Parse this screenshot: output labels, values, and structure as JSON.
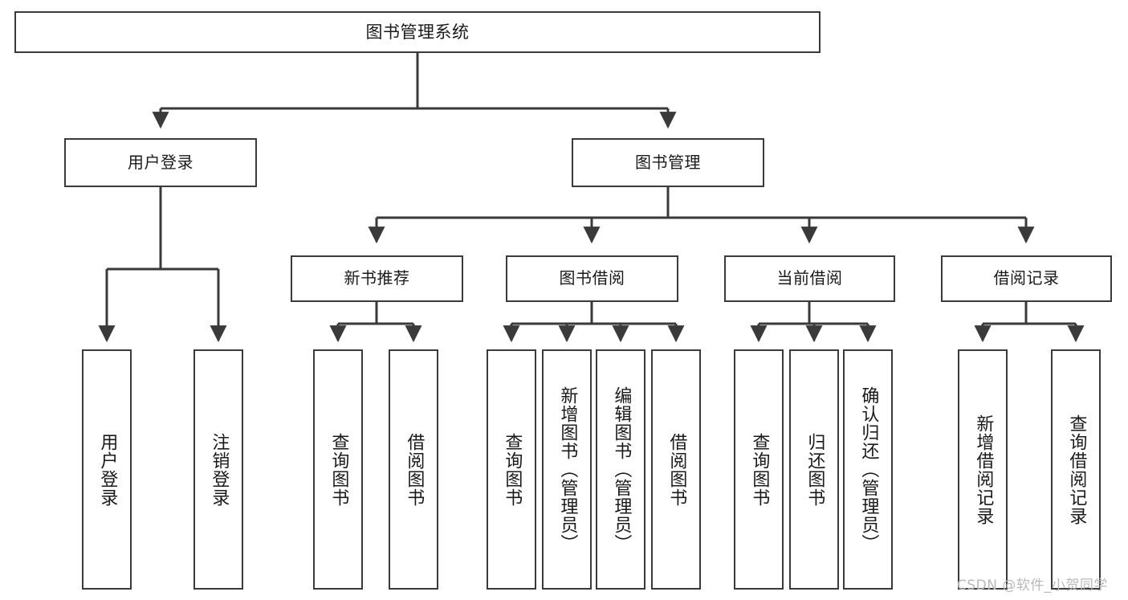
{
  "diagram": {
    "title": "图书管理系统",
    "type": "tree-hierarchy",
    "orientation": "top-down",
    "colors": {
      "box_border": "#3a3a3a",
      "box_fill": "#ffffff",
      "edge": "#3a3a3a",
      "text": "#1a1a1a",
      "watermark": "#b9b9b9",
      "background": "#ffffff"
    },
    "root": {
      "label": "图书管理系统"
    },
    "level2": [
      {
        "label": "用户登录"
      },
      {
        "label": "图书管理"
      }
    ],
    "level3": [
      {
        "label": "新书推荐"
      },
      {
        "label": "图书借阅"
      },
      {
        "label": "当前借阅"
      },
      {
        "label": "借阅记录"
      }
    ],
    "leaves": {
      "user_login": [
        {
          "label": "用户登录"
        },
        {
          "label": "注销登录"
        }
      ],
      "new_book_recommend": [
        {
          "label": "查询图书"
        },
        {
          "label": "借阅图书"
        }
      ],
      "book_borrow": [
        {
          "label": "查询图书"
        },
        {
          "label": "新增图书（管理员）"
        },
        {
          "label": "编辑图书（管理员）"
        },
        {
          "label": "借阅图书"
        }
      ],
      "current_borrow": [
        {
          "label": "查询图书"
        },
        {
          "label": "归还图书"
        },
        {
          "label": "确认归还（管理员）"
        }
      ],
      "borrow_record": [
        {
          "label": "新增借阅记录"
        },
        {
          "label": "查询借阅记录"
        }
      ]
    }
  },
  "watermark": {
    "text": "CSDN @软件_小贺同学"
  }
}
